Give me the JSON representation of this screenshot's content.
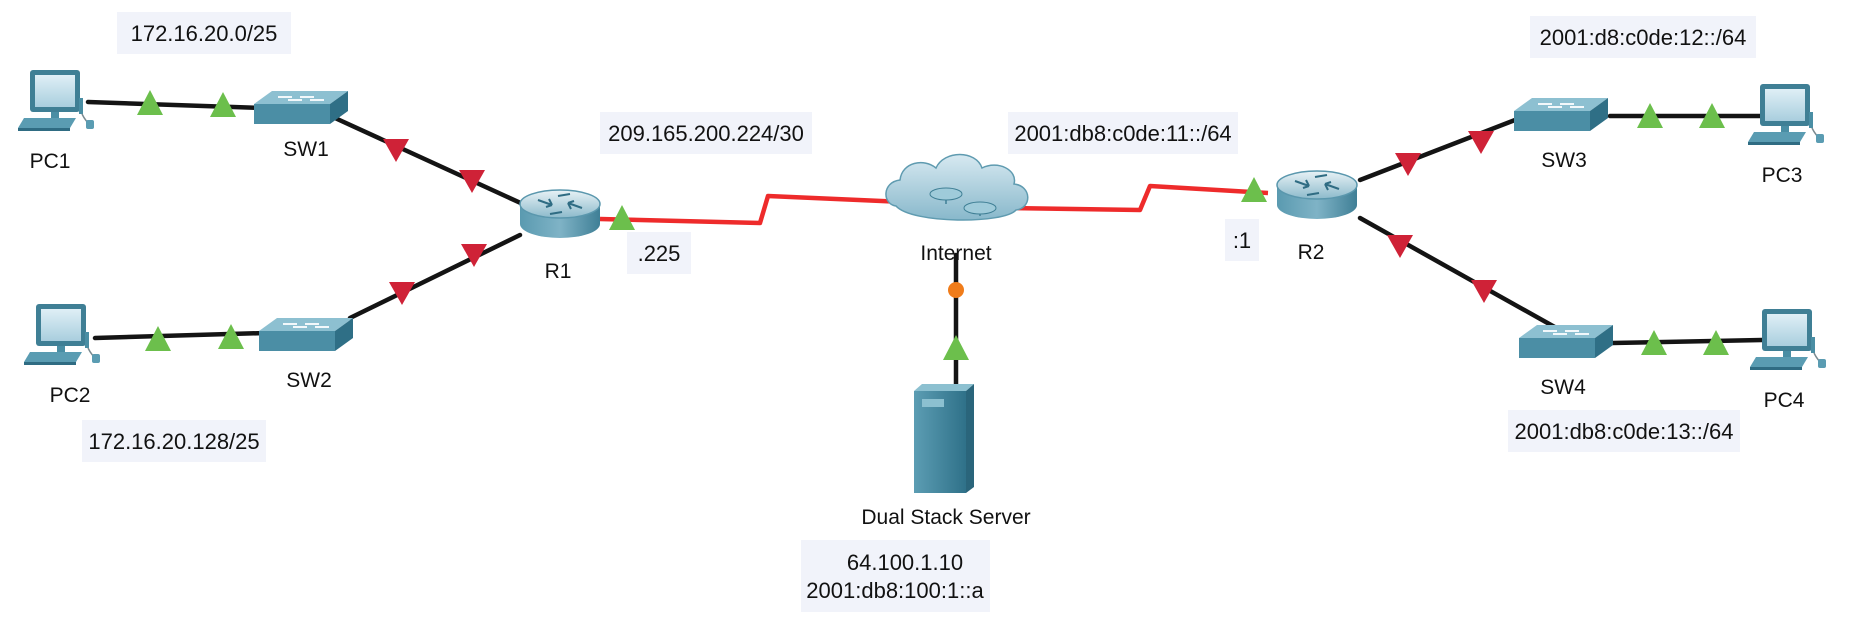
{
  "colors": {
    "link_up": "#6cbf4c",
    "link_down": "#cf2237",
    "wan_link": "#ee2b2b",
    "cable": "#141414",
    "note_bg": "#f1f3fa",
    "device_teal": "#4a8ea4",
    "port_orange": "#f07c1a"
  },
  "devices": {
    "pc1": {
      "label": "PC1",
      "icon": "pc-icon"
    },
    "pc2": {
      "label": "PC2",
      "icon": "pc-icon"
    },
    "pc3": {
      "label": "PC3",
      "icon": "pc-icon"
    },
    "pc4": {
      "label": "PC4",
      "icon": "pc-icon"
    },
    "sw1": {
      "label": "SW1",
      "icon": "switch-icon"
    },
    "sw2": {
      "label": "SW2",
      "icon": "switch-icon"
    },
    "sw3": {
      "label": "SW3",
      "icon": "switch-icon"
    },
    "sw4": {
      "label": "SW4",
      "icon": "switch-icon"
    },
    "r1": {
      "label": "R1",
      "icon": "router-icon"
    },
    "r2": {
      "label": "R2",
      "icon": "router-icon"
    },
    "internet": {
      "label": "Internet",
      "icon": "cloud-icon"
    },
    "server": {
      "label": "Dual Stack Server",
      "icon": "server-icon"
    }
  },
  "notes": {
    "lan1": "172.16.20.0/25",
    "lan2": "172.16.20.128/25",
    "wan_r1": "209.165.200.224/30",
    "r1_addr": ".225",
    "wan_r2": "2001:db8:c0de:11::/64",
    "r2_addr": ":1",
    "lan3": "2001:d8:c0de:12::/64",
    "lan4": "2001:db8:c0de:13::/64",
    "server_ipv4": "64.100.1.10",
    "server_ipv6": "2001:db8:100:1::a"
  }
}
